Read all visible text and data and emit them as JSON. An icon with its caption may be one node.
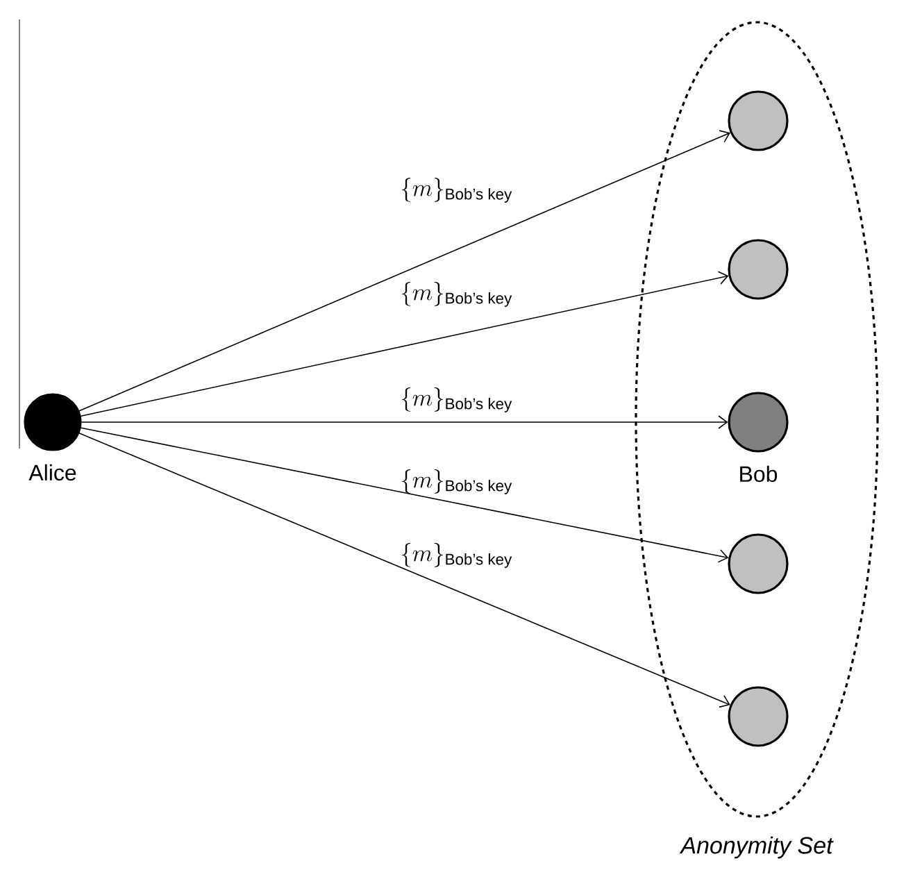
{
  "diagram": {
    "nodes": [
      {
        "text": [
          "Anonymity Set"
        ]
      },
      {
        "text": [
          "Alice"
        ]
      },
      {
        "text": [],
        "shape": "circle",
        "in": 0
      },
      {
        "text": [],
        "shape": "circle",
        "in": 0
      },
      {
        "text": [
          "Bob"
        ],
        "in": 0
      },
      {
        "text": [],
        "shape": "circle",
        "in": 0
      },
      {
        "text": [],
        "shape": "circle",
        "in": 0
      }
    ],
    "edges": [
      {
        "from": 1,
        "to": 2,
        "arrow": "to",
        "label": "\\{m\\}_{\\text{Bob’s key}}"
      },
      {
        "from": 1,
        "to": 3,
        "arrow": "to",
        "label": "\\{m\\}_{\\text{Bob’s key}}"
      },
      {
        "from": 1,
        "to": 4,
        "arrow": "to",
        "label": "\\{m\\}_{\\text{Bob’s key}}"
      },
      {
        "from": 1,
        "to": 5,
        "arrow": "to",
        "label": "\\{m\\}_{\\text{Bob’s key}}"
      },
      {
        "from": 1,
        "to": 6,
        "arrow": "to",
        "label": "\\{m\\}_{\\text{Bob’s key}}"
      }
    ]
  }
}
